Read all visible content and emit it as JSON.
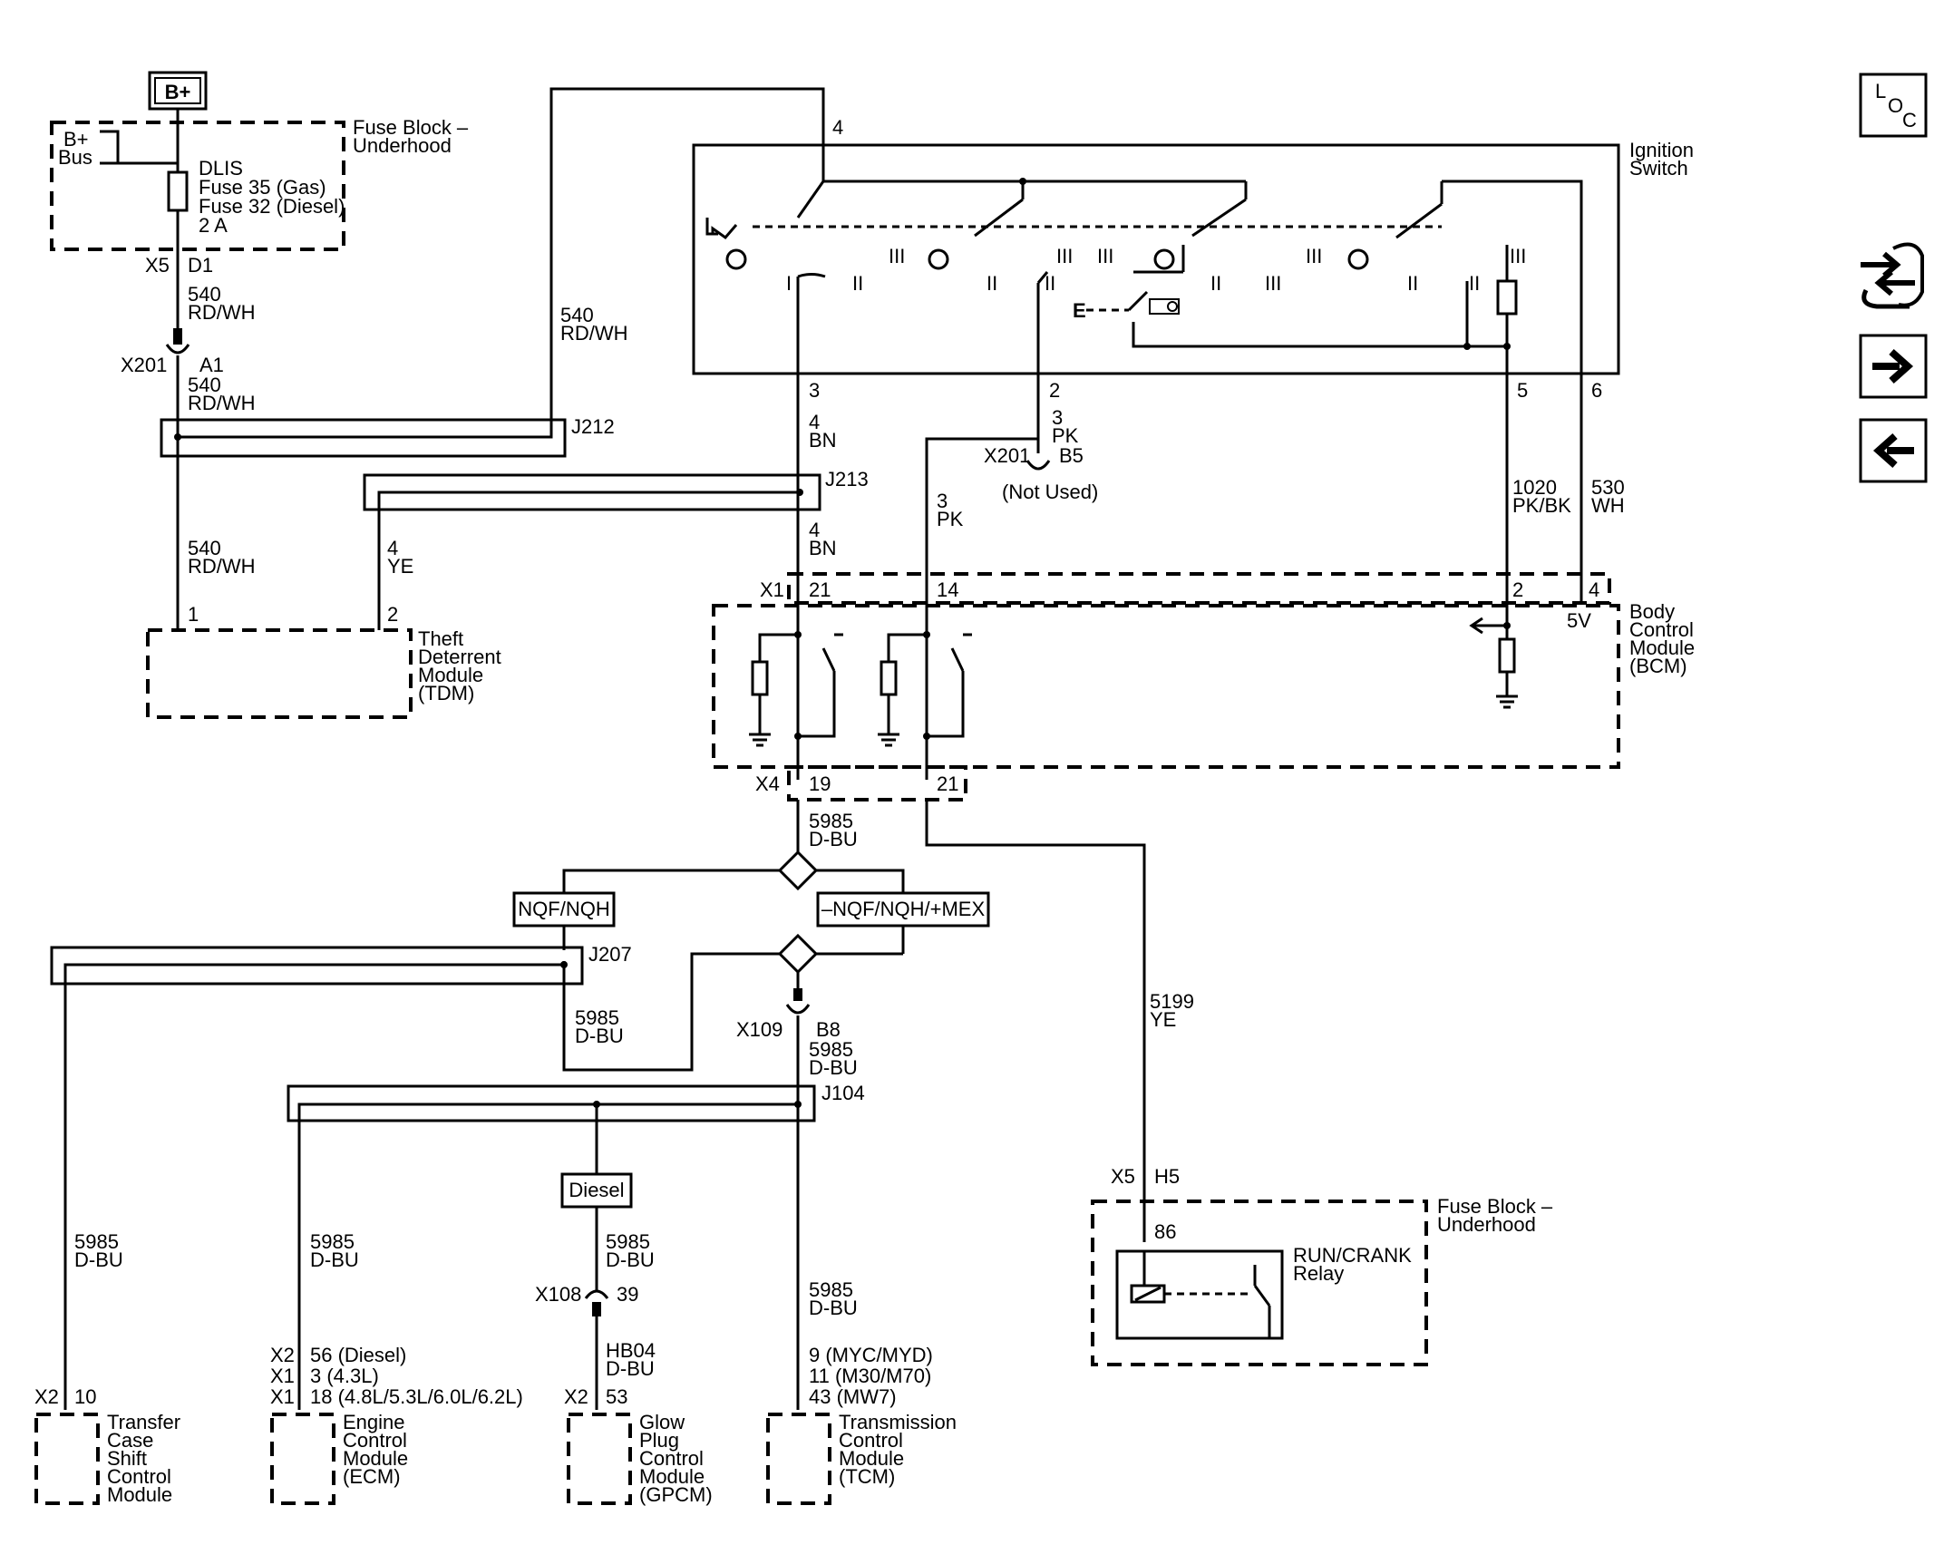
{
  "power": {
    "bplus": "B+",
    "bus_l1": "B+",
    "bus_l2": "Bus"
  },
  "fuse_block_top": {
    "title_l1": "Fuse Block –",
    "title_l2": "Underhood",
    "fuse_l1": "DLIS",
    "fuse_l2": "Fuse 35 (Gas)",
    "fuse_l3": "Fuse 32 (Diesel)",
    "fuse_l4": "2 A",
    "conn": "X5",
    "pin": "D1"
  },
  "wires": {
    "w540_a": "540",
    "w540_a_c": "RD/WH",
    "w540_b": "540",
    "w540_b_c": "RD/WH",
    "w540_c": "540",
    "w540_c_c": "RD/WH",
    "w540_d": "540",
    "w540_d_c": "RD/WH",
    "w4bn_a": "4",
    "w4bn_a_c": "BN",
    "w4bn_b": "4",
    "w4bn_b_c": "BN",
    "w4ye": "4",
    "w4ye_c": "YE",
    "w3pk_a": "3",
    "w3pk_a_c": "PK",
    "w3pk_b": "3",
    "w3pk_b_c": "PK",
    "w1020": "1020",
    "w1020_c": "PK/BK",
    "w530": "530",
    "w530_c": "WH",
    "w5985_a": "5985",
    "w5985_a_c": "D-BU",
    "w5985_b": "5985",
    "w5985_b_c": "D-BU",
    "w5985_c": "5985",
    "w5985_c_c": "D-BU",
    "w5985_d": "5985",
    "w5985_d_c": "D-BU",
    "w5985_e": "5985",
    "w5985_e_c": "D-BU",
    "w5985_f": "5985",
    "w5985_f_c": "D-BU",
    "w5985_g": "5985",
    "w5985_g_c": "D-BU",
    "w5199": "5199",
    "w5199_c": "YE",
    "whb04": "HB04",
    "whb04_c": "D-BU"
  },
  "connectors": {
    "x201_a": "X201",
    "a1": "A1",
    "x201_b": "X201",
    "b5": "B5",
    "not_used": "(Not Used)",
    "x109": "X109",
    "b8": "B8",
    "x108": "X108",
    "p39": "39",
    "x5_h5": "X5",
    "h5": "H5"
  },
  "splices": {
    "j212": "J212",
    "j213": "J213",
    "j207": "J207",
    "j104": "J104"
  },
  "ignition": {
    "title_l1": "Ignition",
    "title_l2": "Switch",
    "pin4": "4",
    "pin3": "3",
    "pin2": "2",
    "pin5": "5",
    "pin6": "6",
    "pos_i": "I",
    "pos_ii": "II",
    "pos_iii": "III",
    "pos_iii_b": "III",
    "pos_ii_b": "II",
    "pos_iii_c": "III",
    "pos_ii_c": "II",
    "pos_ii_d": "II",
    "pos_iii_d": "III",
    "pos_iii_e": "III",
    "pos_ii_e": "II",
    "pos_ii_f": "II",
    "pos_iii_f": "III"
  },
  "tdm": {
    "l1": "Theft",
    "l2": "Deterrent",
    "l3": "Module",
    "l4": "(TDM)",
    "pin1": "1",
    "pin2": "2"
  },
  "bcm": {
    "l1": "Body",
    "l2": "Control",
    "l3": "Module",
    "l4": "(BCM)",
    "x1": "X1",
    "p21": "21",
    "p14": "14",
    "p2": "2",
    "p4": "4",
    "v5": "5V",
    "x4": "X4",
    "p19": "19",
    "p21b": "21"
  },
  "options": {
    "nqf": "NQF/NQH",
    "mex": "–NQF/NQH/+MEX",
    "diesel": "Diesel"
  },
  "fuse_block_bottom": {
    "title_l1": "Fuse Block –",
    "title_l2": "Underhood",
    "pin86": "86",
    "relay_l1": "RUN/CRANK",
    "relay_l2": "Relay"
  },
  "modules": {
    "tcsc": {
      "conn": "X2",
      "pin": "10",
      "l1": "Transfer",
      "l2": "Case",
      "l3": "Shift",
      "l4": "Control",
      "l5": "Module"
    },
    "ecm": {
      "c1": "X2",
      "p1": "56 (Diesel)",
      "c2": "X1",
      "p2": "3 (4.3L)",
      "c3": "X1",
      "p3": "18 (4.8L/5.3L/6.0L/6.2L)",
      "l1": "Engine",
      "l2": "Control",
      "l3": "Module",
      "l4": "(ECM)"
    },
    "gpcm": {
      "conn": "X2",
      "pin": "53",
      "l1": "Glow",
      "l2": "Plug",
      "l3": "Control",
      "l4": "Module",
      "l5": "(GPCM)"
    },
    "tcm": {
      "p1": "9 (MYC/MYD)",
      "p2": "11 (M30/M70)",
      "p3": "43 (MW7)",
      "l1": "Transmission",
      "l2": "Control",
      "l3": "Module",
      "l4": "(TCM)"
    }
  },
  "nav": {
    "loc_l": "L",
    "loc_o": "O",
    "loc_c": "C"
  }
}
